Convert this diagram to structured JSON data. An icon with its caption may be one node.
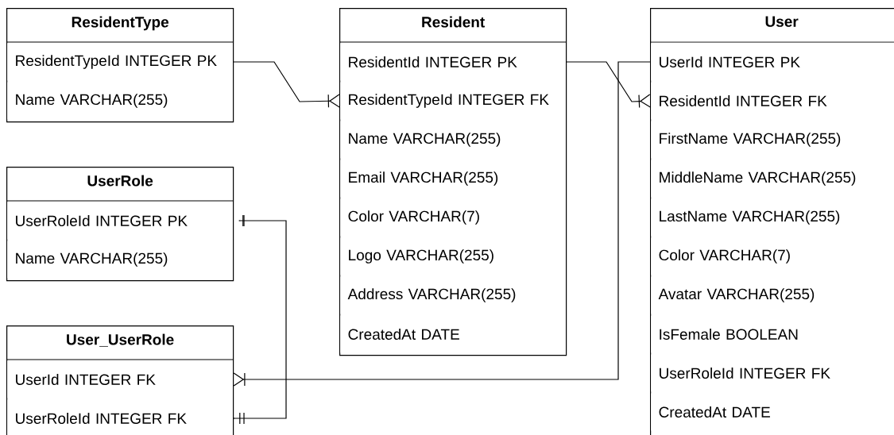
{
  "diagram": {
    "nodes": [
      {
        "text": [
          "ResidentType"
        ]
      },
      {
        "text": [
          "ResidentTypeId INTEGER PK"
        ],
        "in": 0
      },
      {
        "text": [
          "Name VARCHAR(255)"
        ],
        "in": 0
      },
      {
        "text": [
          "Resident"
        ]
      },
      {
        "text": [
          "ResidentId INTEGER PK"
        ],
        "in": 3
      },
      {
        "text": [
          "ResidentTypeId INTEGER FK"
        ],
        "in": 3
      },
      {
        "text": [
          "Name VARCHAR(255)"
        ],
        "in": 3
      },
      {
        "text": [
          "Email VARCHAR(255)"
        ],
        "in": 3
      },
      {
        "text": [
          "Color VARCHAR(7)"
        ],
        "in": 3
      },
      {
        "text": [
          "Logo VARCHAR(255)"
        ],
        "in": 3
      },
      {
        "text": [
          "Address VARCHAR(255)"
        ],
        "in": 3
      },
      {
        "text": [
          "CreatedAt DATE"
        ],
        "in": 3
      },
      {
        "text": [
          "User"
        ]
      },
      {
        "text": [
          "UserId INTEGER PK"
        ],
        "in": 12
      },
      {
        "text": [
          "ResidentId INTEGER FK"
        ],
        "in": 12
      },
      {
        "text": [
          "FirstName VARCHAR(255)"
        ],
        "in": 12
      },
      {
        "text": [
          "MiddleName VARCHAR(255)"
        ],
        "in": 12
      },
      {
        "text": [
          "LastName VARCHAR(255)"
        ],
        "in": 12
      },
      {
        "text": [
          "Color VARCHAR(7)"
        ],
        "in": 12
      },
      {
        "text": [
          "Avatar VARCHAR(255)"
        ],
        "in": 12
      },
      {
        "text": [
          "IsFemale BOOLEAN"
        ],
        "in": 12
      },
      {
        "text": [
          "UserRoleId INTEGER FK"
        ],
        "in": 12
      },
      {
        "text": [
          "CreatedAt DATE"
        ],
        "in": 12
      },
      {
        "text": [
          "UserRole"
        ]
      },
      {
        "text": [
          "UserRoleId INTEGER PK"
        ],
        "in": 23
      },
      {
        "text": [
          "Name VARCHAR(255)"
        ],
        "in": 23
      },
      {
        "text": [
          "User_UserRole"
        ]
      },
      {
        "text": [
          "UserId INTEGER FK"
        ],
        "in": 26
      },
      {
        "text": [
          "UserRoleId INTEGER FK"
        ],
        "in": 26
      }
    ],
    "edges": [
      {
        "from": 1,
        "to": 5,
        "arrow": "other"
      },
      {
        "from": 4,
        "to": 14,
        "arrow": "other"
      },
      {
        "from": 13,
        "to": 27,
        "arrow": "other"
      },
      {
        "from": 24,
        "to": 28,
        "arrow": "other"
      }
    ]
  }
}
